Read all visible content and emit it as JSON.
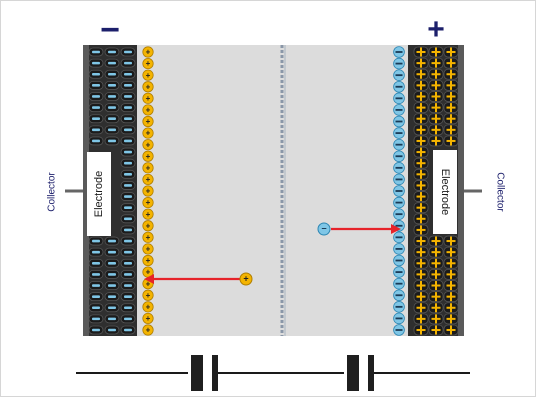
{
  "left_collector": {
    "label": "Collector"
  },
  "right_collector": {
    "label": "Collector"
  },
  "left_electrode": {
    "label": "Electrode",
    "polarity": "−"
  },
  "right_electrode": {
    "label": "Electrode",
    "polarity": "+"
  },
  "ion_symbols": {
    "positive": "+",
    "negative": "−"
  },
  "colors": {
    "cell_bg": "#dcdcdc",
    "electrode_dark": "#2b2b2b",
    "negative_ion": "#7fc6e6",
    "positive_ion": "#f4b400",
    "arrow": "#e6232a",
    "label_text": "#1c1f6b",
    "separator": "#8a97a8"
  },
  "icons": {
    "positive_ion_icon": "positive-ion-icon",
    "negative_ion_icon": "negative-ion-icon",
    "migration_arrow_icon": "migration-arrow-icon",
    "capacitor_symbol_icon": "capacitor-symbol-icon"
  }
}
